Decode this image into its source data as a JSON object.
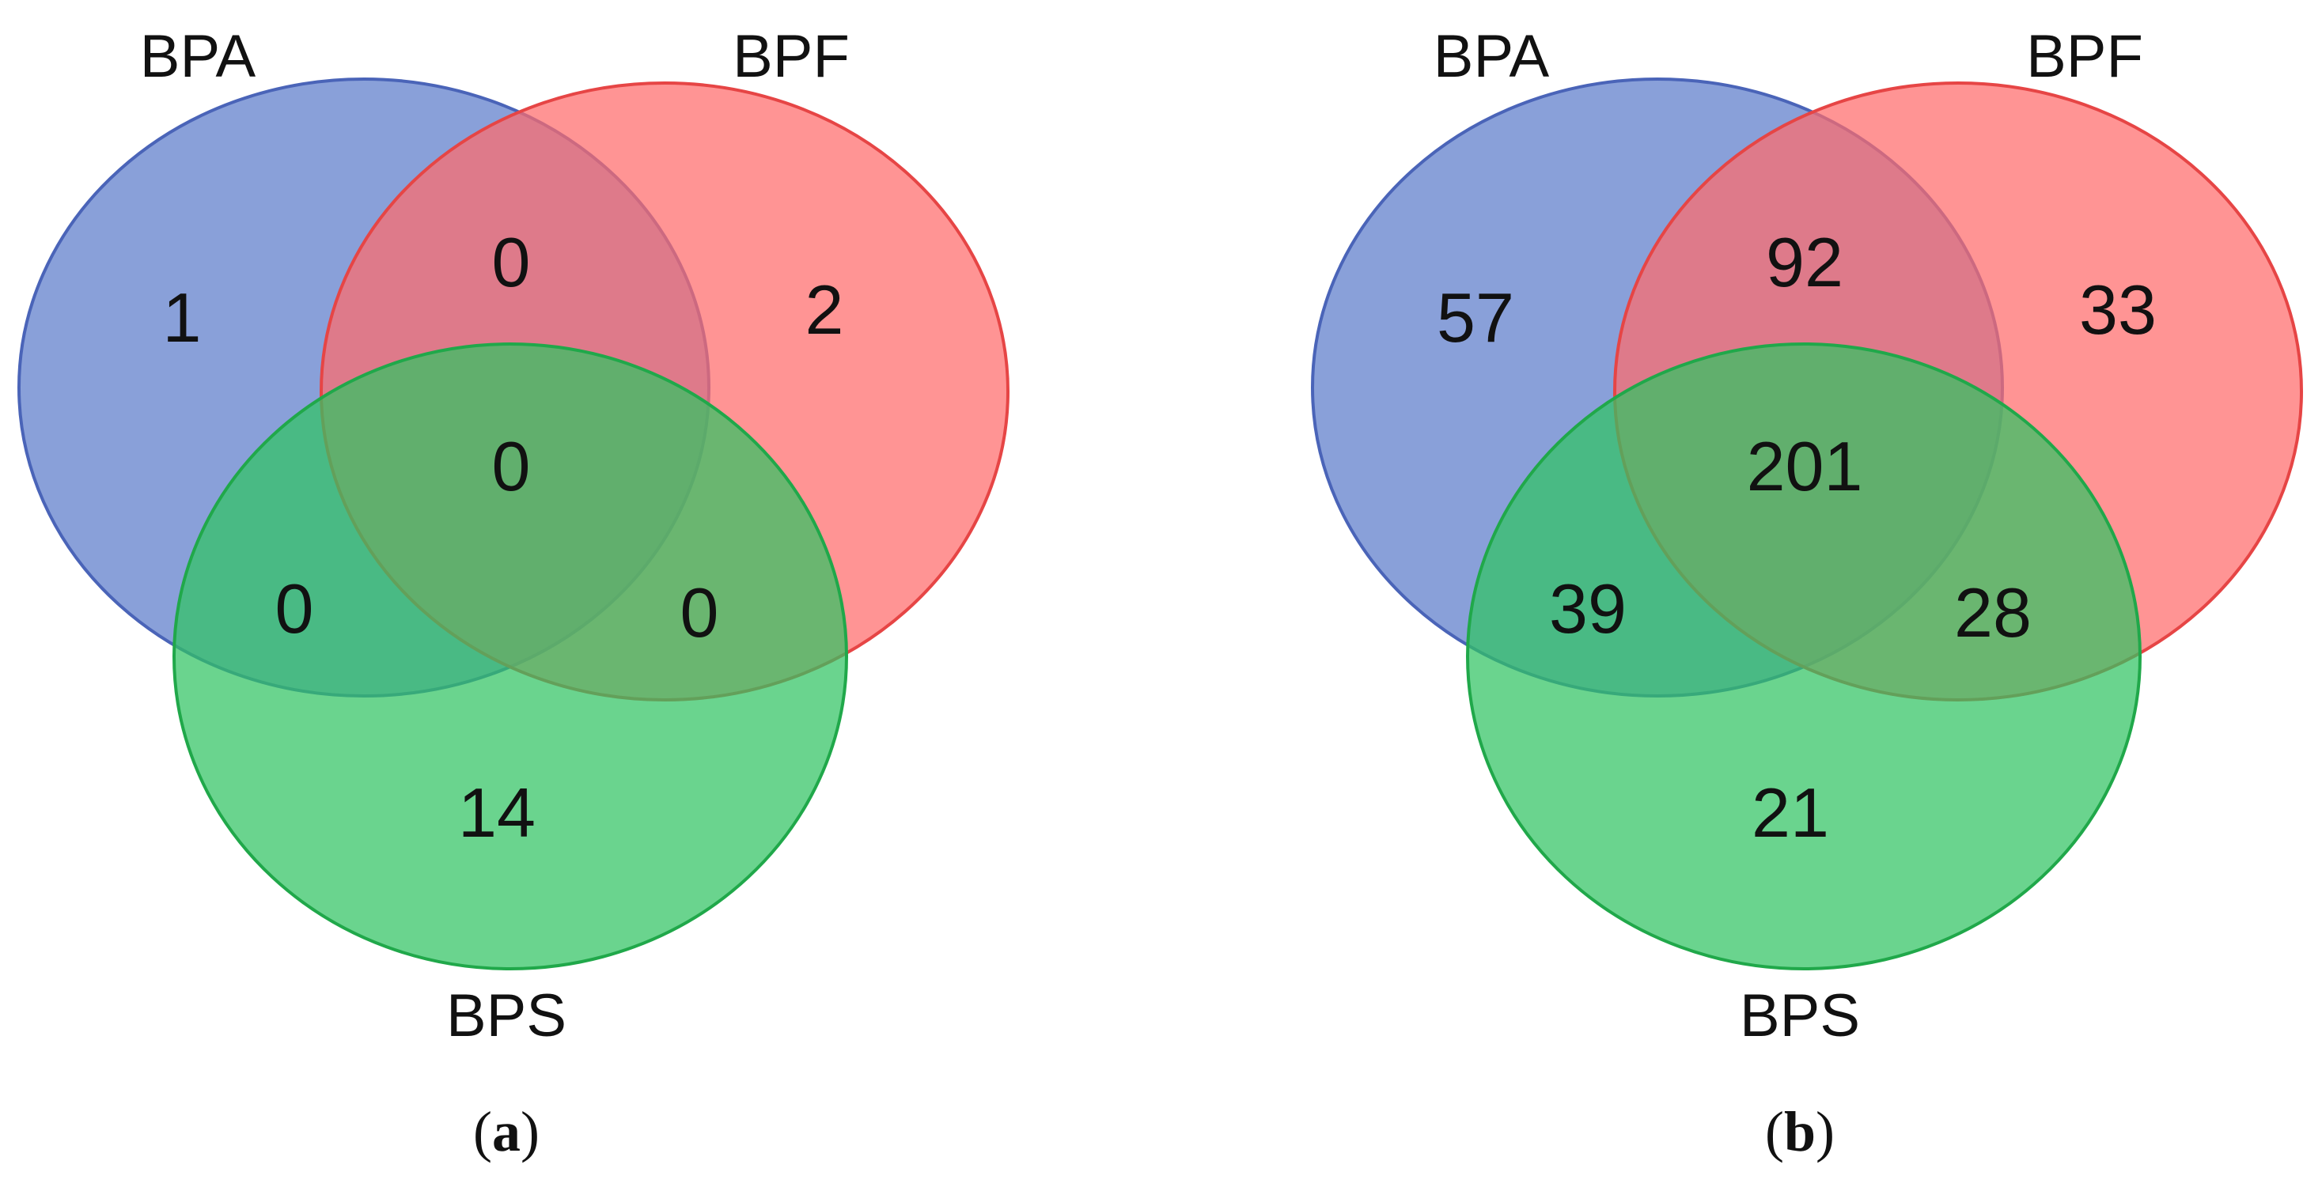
{
  "colors": {
    "set_a_fill": "#6f8bd1",
    "set_a_stroke": "#4a64b8",
    "set_f_fill": "#ff6b6b",
    "set_f_stroke": "#e64545",
    "set_s_fill": "#31c362",
    "set_s_stroke": "#20a84a"
  },
  "panels": [
    {
      "caption_open": "(",
      "caption_letter": "a",
      "caption_close": ")",
      "sets": {
        "a": "BPA",
        "f": "BPF",
        "s": "BPS"
      },
      "counts": {
        "a_only": "1",
        "f_only": "2",
        "s_only": "14",
        "a_f": "0",
        "a_s": "0",
        "f_s": "0",
        "a_f_s": "0"
      }
    },
    {
      "caption_open": "(",
      "caption_letter": "b",
      "caption_close": ")",
      "sets": {
        "a": "BPA",
        "f": "BPF",
        "s": "BPS"
      },
      "counts": {
        "a_only": "57",
        "f_only": "33",
        "s_only": "21",
        "a_f": "92",
        "a_s": "39",
        "f_s": "28",
        "a_f_s": "201"
      }
    }
  ]
}
